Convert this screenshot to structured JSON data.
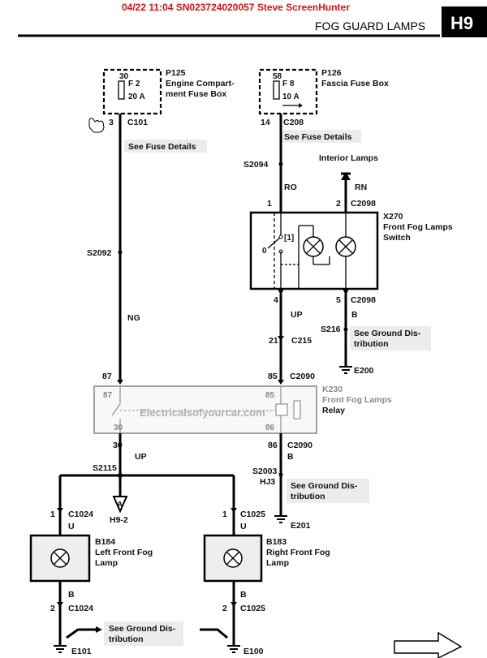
{
  "header": {
    "stamp": "04/22  11:04  SN023724020057  Steve  ScreenHunter",
    "title": "FOG GUARD LAMPS",
    "page_code": "H9",
    "badge_color": "#000000",
    "stamp_color": "#dd1111"
  },
  "fuse_p125": {
    "pin": "30",
    "fuse": "F 2",
    "amps": "20 A",
    "id": "P125",
    "desc1": "Engine Compart-",
    "desc2": "ment Fuse Box",
    "conn_pin": "3",
    "conn": "C101",
    "note": "See Fuse Details"
  },
  "fuse_p126": {
    "pin": "58",
    "fuse": "F 8",
    "amps": "10 A",
    "id": "P126",
    "desc": "Fascia Fuse Box",
    "conn_pin": "14",
    "conn": "C208",
    "note": "See Fuse Details"
  },
  "interior_lamps": "Interior Lamps",
  "splices": {
    "s2094": "S2094",
    "s2092": "S2092",
    "s216": "S216",
    "s2115": "S2115",
    "s2003": "S2003",
    "hj3": "HJ3"
  },
  "wire_colors": {
    "ro": "RO",
    "rn": "RN",
    "ng": "NG",
    "up1": "UP",
    "b1": "B",
    "up2": "UP",
    "b2": "B",
    "u1": "U",
    "u2": "U",
    "b3": "B",
    "b4": "B"
  },
  "switch": {
    "pin1": "1",
    "pin2": "2",
    "conn_top": "C2098",
    "id": "X270",
    "desc1": "Front Fog Lamps",
    "desc2": "Switch",
    "pos0": "0",
    "pos1": "[1]",
    "pin4": "4",
    "pin5": "5",
    "conn_bottom": "C2098"
  },
  "ground_e200": {
    "note1": "See Ground Dis-",
    "note2": "tribution",
    "id": "E200"
  },
  "c215": {
    "pin": "21",
    "conn": "C215"
  },
  "relay": {
    "pin87_out": "87",
    "pin85_out": "85",
    "conn_top": "C2090",
    "id": "K230",
    "desc1": "Front Fog Lamps",
    "desc2": "Relay",
    "pin87_in": "87",
    "pin85_in": "85",
    "pin30_in": "30",
    "pin86_in": "86",
    "watermark": "Electricalsofyourcar.com",
    "pin30_out": "30",
    "pin86_out": "86",
    "conn_bottom": "C2090"
  },
  "ground_e201": {
    "note1": "See Ground Dis-",
    "note2": "tribution",
    "id": "E201"
  },
  "ref_h9_2": "H9-2",
  "lamp_left": {
    "pin_top": "1",
    "conn_top": "C1024",
    "id": "B184",
    "desc1": "Left Front Fog",
    "desc2": "Lamp",
    "pin_bot": "2",
    "conn_bot": "C1024",
    "ground": "E101"
  },
  "lamp_right": {
    "pin_top": "1",
    "conn_top": "C1025",
    "id": "B183",
    "desc1": "Right Front Fog",
    "desc2": "Lamp",
    "pin_bot": "2",
    "conn_bot": "C1025",
    "ground": "E100"
  },
  "ground_bottom": {
    "note1": "See Ground Dis-",
    "note2": "tribution"
  }
}
